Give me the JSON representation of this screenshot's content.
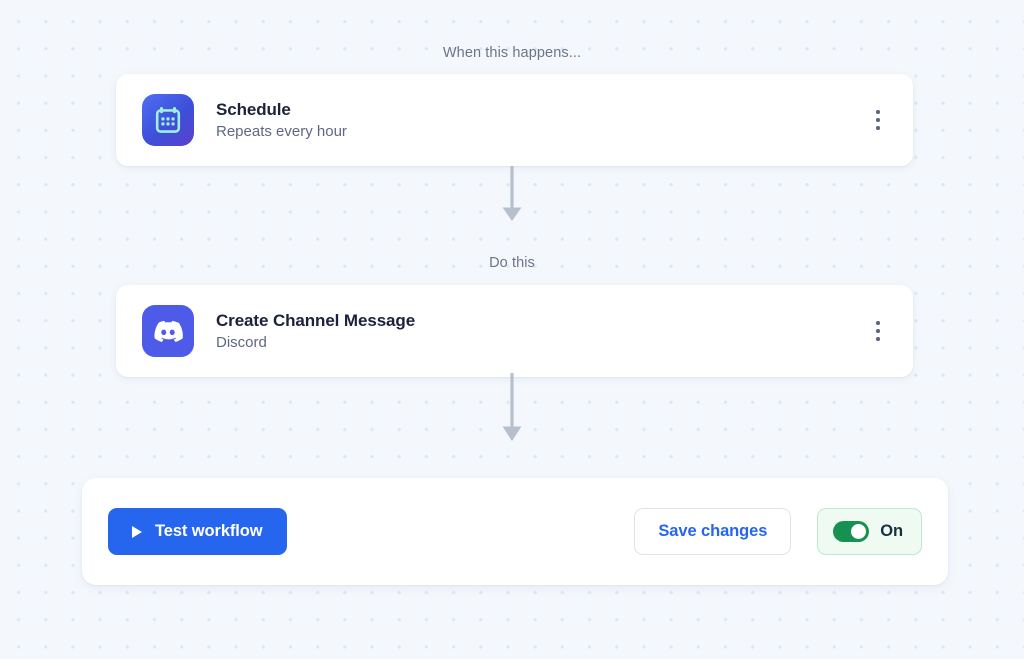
{
  "canvas": {
    "background_color": "#f4f8fd",
    "dot_color": "#dae8fa"
  },
  "flow": {
    "trigger_label": "When this happens...",
    "action_label": "Do this",
    "connector_icon": "arrow-down-icon",
    "connector_color": "#b6bfcd"
  },
  "steps": [
    {
      "id": "trigger",
      "icon": "calendar-icon",
      "icon_bg": "#3d4fd8",
      "title": "Schedule",
      "subtitle": "Repeats every hour",
      "menu_icon": "kebab-menu-icon"
    },
    {
      "id": "action",
      "icon": "discord-icon",
      "icon_bg": "#4e5ae8",
      "title": "Create Channel Message",
      "subtitle": "Discord",
      "menu_icon": "kebab-menu-icon"
    }
  ],
  "action_bar": {
    "test_button": {
      "label": "Test workflow",
      "icon": "play-icon",
      "color": "#2666ef"
    },
    "save_button": {
      "label": "Save changes",
      "color": "#2666ef"
    },
    "status_toggle": {
      "label": "On",
      "state": "on",
      "track_color": "#17914f",
      "background_color": "#effaf3",
      "border_color": "#bde9ce"
    }
  }
}
